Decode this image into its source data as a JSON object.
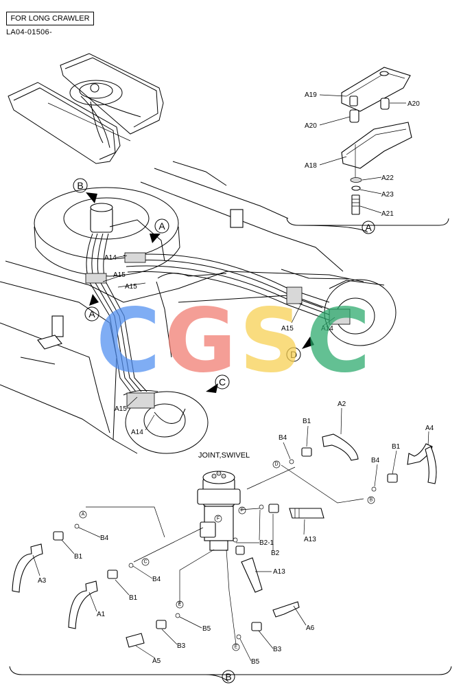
{
  "header": {
    "section_label": "FOR LONG CRAWLER",
    "doc_code": "LA04-01506-"
  },
  "watermark": {
    "letters": [
      {
        "char": "C",
        "color": "#4f8ef0"
      },
      {
        "char": "G",
        "color": "#f07a6e"
      },
      {
        "char": "S",
        "color": "#f7cf4e"
      },
      {
        "char": "C",
        "color": "#28a86a"
      }
    ]
  },
  "callouts": {
    "A": "A",
    "B": "B",
    "C": "C",
    "D": "D",
    "E": "E",
    "F": "F"
  },
  "detail_a": {
    "labels": {
      "a19": "A19",
      "a20_right": "A20",
      "a20_left": "A20",
      "a18": "A18",
      "a22": "A22",
      "a23": "A23",
      "a21": "A21"
    }
  },
  "main_view": {
    "labels": {
      "a14_top": "A14",
      "a15_top": "A15",
      "a15_mid": "A15",
      "a15_right": "A15",
      "a14_right": "A14",
      "a15_bottom": "A15",
      "a14_bottom": "A14"
    }
  },
  "detail_b": {
    "title": "JOINT,SWIVEL",
    "labels": {
      "b4_top": "B4",
      "b1_top": "B1",
      "a2": "A2",
      "b4_right": "B4",
      "b1_right": "B1",
      "a4": "A4",
      "b4_left": "B4",
      "b1_left": "B1",
      "a3": "A3",
      "b1_lower": "B1",
      "a1": "A1",
      "b4_lower": "B4",
      "b2_1": "B2-1",
      "b2": "B2",
      "a13_upper": "A13",
      "a13_lower": "A13",
      "b5_left": "B5",
      "a5": "A5",
      "b3_left": "B3",
      "b3_right": "B3",
      "b5_right": "B5",
      "a6": "A6"
    }
  }
}
